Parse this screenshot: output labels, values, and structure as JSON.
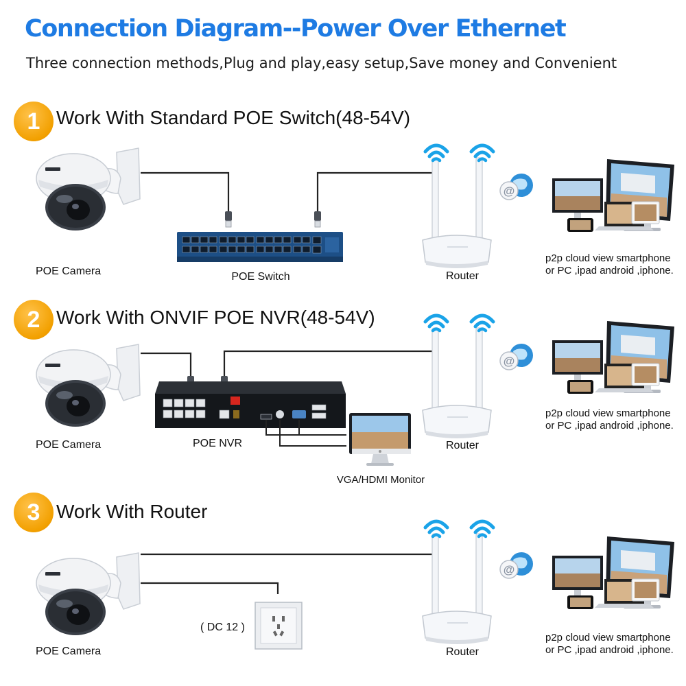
{
  "title": "Connection Diagram--Power Over Ethernet",
  "subtitle": "Three connection methods,Plug and play,easy setup,Save money and Convenient",
  "sections": [
    {
      "number": "1",
      "title": "Work With Standard POE Switch(48-54V)",
      "labels": {
        "camera": "POE Camera",
        "switch": "POE Switch",
        "router": "Router",
        "cloud_line1": "p2p cloud view smartphone",
        "cloud_line2": "or PC ,ipad android ,iphone."
      }
    },
    {
      "number": "2",
      "title": "Work With ONVIF POE NVR(48-54V)",
      "labels": {
        "camera": "POE Camera",
        "nvr": "POE NVR",
        "monitor": "VGA/HDMI Monitor",
        "router": "Router",
        "cloud_line1": "p2p cloud view smartphone",
        "cloud_line2": "or PC ,ipad android ,iphone."
      }
    },
    {
      "number": "3",
      "title": "Work With Router",
      "labels": {
        "camera": "POE Camera",
        "power": "( DC 12 )",
        "router": "Router",
        "cloud_line1": "p2p cloud view smartphone",
        "cloud_line2": "or PC ,ipad android ,iphone."
      }
    }
  ],
  "colors": {
    "title": "#1e7be3",
    "badge": "#f5a800",
    "wifi": "#1aa3e8",
    "switch_body": "#1d4f86",
    "cable": "#222222"
  }
}
